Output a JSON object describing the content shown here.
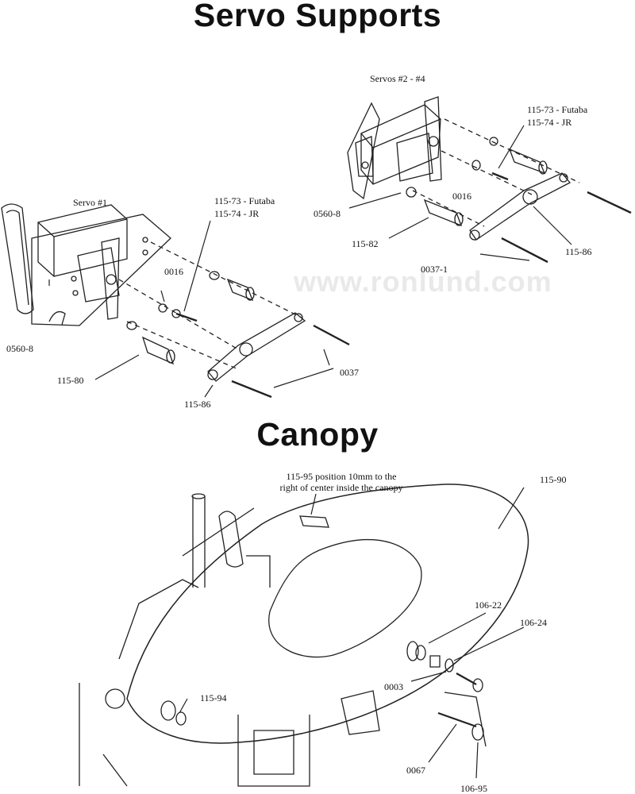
{
  "titles": {
    "servo_supports": "Servo Supports",
    "canopy": "Canopy"
  },
  "watermark": "www.ronlund.com",
  "servo_diagram": {
    "group_label_1": "Servo #1",
    "group_label_2": "Servos #2 - #4",
    "parts_1": {
      "futaba": "115-73 - Futaba",
      "jr": "115-74 - JR",
      "washer": "0016",
      "bushing": "0560-8",
      "standoff": "115-80",
      "arm": "115-86",
      "screw": "0037"
    },
    "parts_2": {
      "futaba": "115-73 - Futaba",
      "jr": "115-74 - JR",
      "washer": "0016",
      "bushing": "0560-8",
      "standoff": "115-82",
      "arm": "115-86",
      "screw": "0037-1"
    }
  },
  "canopy_diagram": {
    "note_line1": "115-95 position 10mm to the",
    "note_line2": "right of center inside the canopy",
    "parts": {
      "canopy": "115-90",
      "grommet": "106-22",
      "spacer": "106-24",
      "washer": "0003",
      "front_mount": "115-94",
      "screw": "0067",
      "knob": "106-95"
    }
  }
}
